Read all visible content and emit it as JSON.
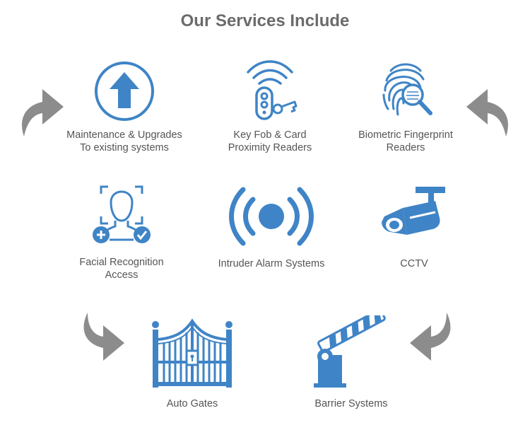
{
  "title": "Our Services Include",
  "colors": {
    "accent": "#3f84c6",
    "text": "#555555",
    "heading": "#6b6b6b",
    "arrow": "#8c8c8c"
  },
  "services": [
    {
      "label": "Maintenance & Upgrades\nTo existing systems",
      "icon": "arrow-up-circle-icon"
    },
    {
      "label": "Key Fob & Card\nProximity Readers",
      "icon": "key-fob-icon"
    },
    {
      "label": "Biometric Fingerprint\nReaders",
      "icon": "fingerprint-icon"
    },
    {
      "label": "Facial Recognition\nAccess",
      "icon": "face-recognition-icon"
    },
    {
      "label": "Intruder Alarm Systems",
      "icon": "alarm-icon"
    },
    {
      "label": "CCTV",
      "icon": "cctv-camera-icon"
    },
    {
      "label": "Auto Gates",
      "icon": "gate-icon"
    },
    {
      "label": "Barrier Systems",
      "icon": "barrier-icon"
    }
  ]
}
